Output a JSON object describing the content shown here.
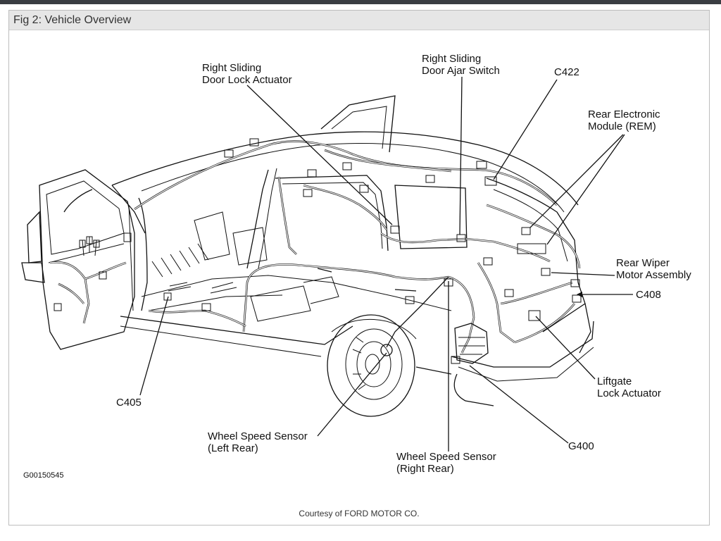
{
  "figure": {
    "title": "Fig 2: Vehicle Overview",
    "courtesy": "Courtesy of FORD MOTOR CO.",
    "image_code": "G00150545"
  },
  "labels": {
    "right_sliding_door_lock_actuator": [
      "Right Sliding",
      "Door Lock Actuator"
    ],
    "right_sliding_door_ajar_switch": [
      "Right Sliding",
      "Door Ajar Switch"
    ],
    "c422": "C422",
    "rear_electronic_module": [
      "Rear Electronic",
      "Module (REM)"
    ],
    "rear_wiper_motor_assembly": [
      "Rear Wiper",
      "Motor Assembly"
    ],
    "c408": "C408",
    "liftgate_lock_actuator": [
      "Liftgate",
      "Lock Actuator"
    ],
    "g400": "G400",
    "wheel_speed_sensor_right_rear": [
      "Wheel Speed Sensor",
      "(Right Rear)"
    ],
    "wheel_speed_sensor_left_rear": [
      "Wheel Speed Sensor",
      "(Left Rear)"
    ],
    "c405": "C405"
  }
}
